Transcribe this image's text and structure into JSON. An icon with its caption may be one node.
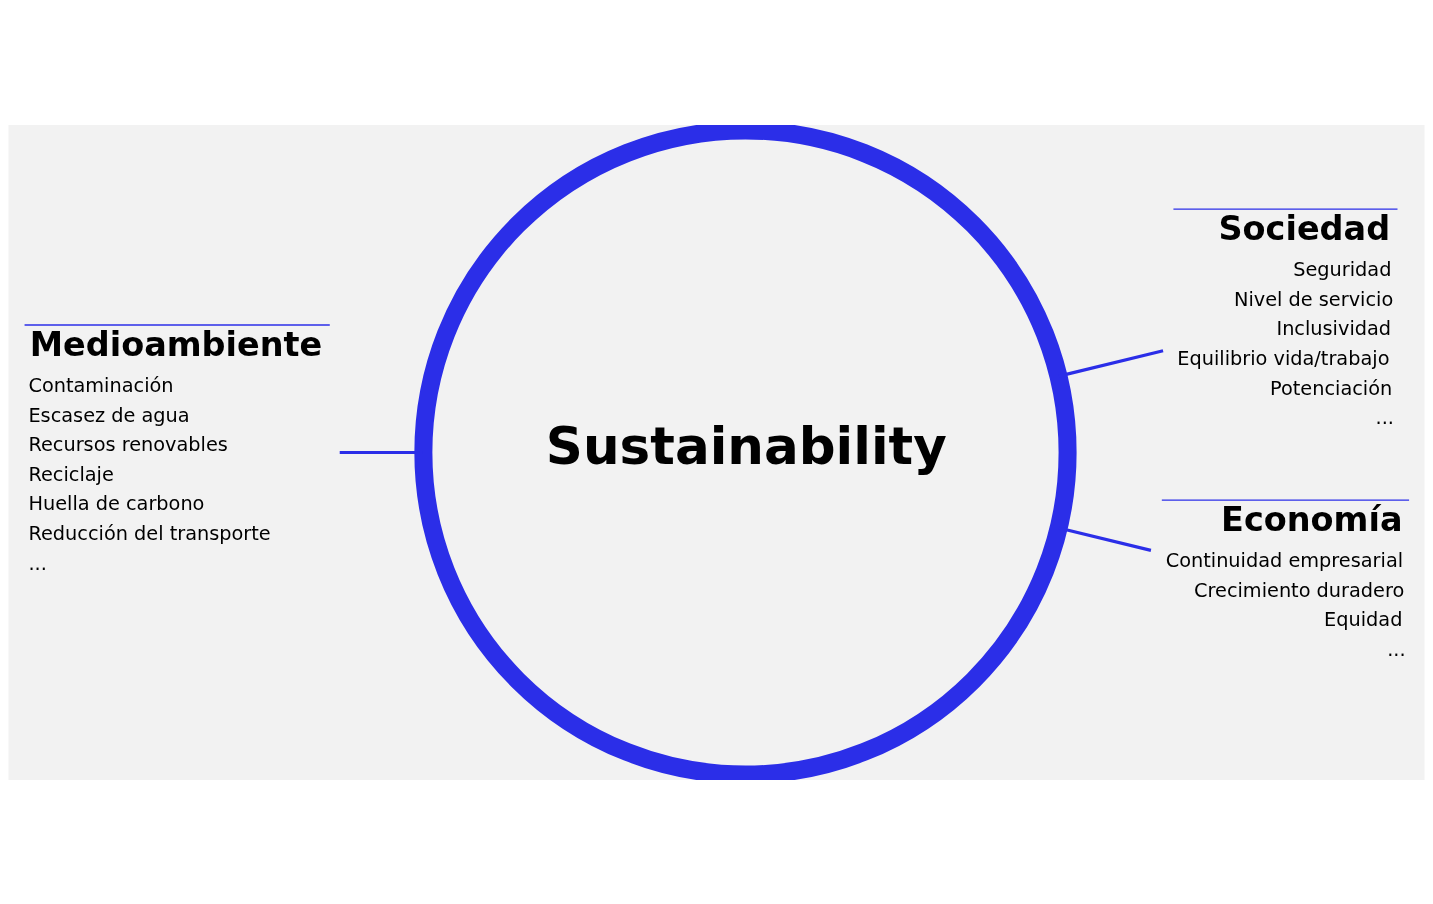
{
  "diagram": {
    "nodes": [
      {
        "text": [
          "Sustainability"
        ]
      },
      {
        "text": [
          "Medioambiente",
          "Contaminación",
          "Escasez de agua",
          "Recursos renovables",
          "Reciclaje",
          "Huella de carbono",
          "Reducción del transporte",
          "..."
        ]
      },
      {
        "text": [
          "Sociedad",
          "Seguridad",
          "Nivel de servicio",
          "Inclusividad",
          "Equilibrio vida/trabajo",
          "Potenciación",
          "..."
        ]
      },
      {
        "text": [
          "Economía",
          "Continuidad empresarial",
          "Crecimiento duradero",
          "Equidad",
          "..."
        ]
      }
    ],
    "edges": [
      {
        "from": 1,
        "to": 0,
        "arrow": "none"
      },
      {
        "from": 0,
        "to": 2,
        "arrow": "none"
      },
      {
        "from": 0,
        "to": 3,
        "arrow": "none"
      }
    ]
  }
}
